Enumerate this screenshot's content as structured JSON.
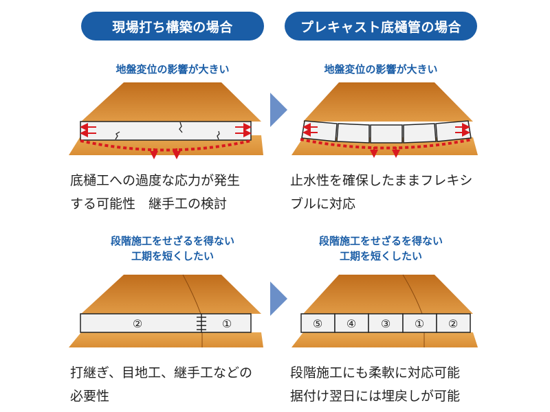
{
  "headers": {
    "left": "現場打ち構築の場合",
    "right": "プレキャスト底樋管の場合"
  },
  "top_row": {
    "left_caption": "地盤変位の影響が大きい",
    "right_caption": "地盤変位の影響が大きい",
    "left_desc": [
      "底樋工への過度な応力が発生",
      "する可能性　継手工の検討"
    ],
    "right_desc": [
      "止水性を確保したままフレキシ",
      "ブルに対応"
    ]
  },
  "bottom_row": {
    "left_caption": [
      "段階施工をせざるを得ない",
      "工期を短くしたい"
    ],
    "right_caption": [
      "段階施工をせざるを得ない",
      "工期を短くしたい"
    ],
    "left_labels": [
      "②",
      "①"
    ],
    "right_labels": [
      "⑤",
      "④",
      "③",
      "①",
      "②"
    ],
    "left_desc": [
      "打継ぎ、目地工、継手工などの",
      "必要性"
    ],
    "right_desc": [
      "段階施工にも柔軟に対応可能",
      "据付け翌日には埋戻しが可能"
    ]
  },
  "colors": {
    "header_bg": "#1a5da6",
    "caption": "#1a5da6",
    "embankment_top": "#d4802c",
    "embankment_bottom": "#e4a85a",
    "arrow": "#d9181e",
    "chevron": "#6b8fc8"
  }
}
